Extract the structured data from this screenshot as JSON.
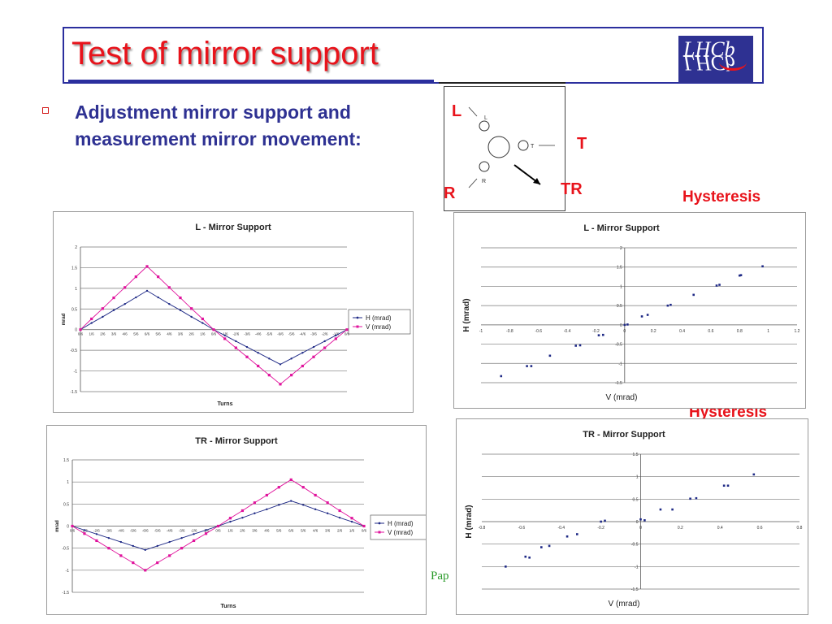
{
  "slide": {
    "title": "Test of mirror support",
    "bullet": "Adjustment mirror support and measurement mirror movement:",
    "footer": "Pap",
    "logo_text": "LHCb"
  },
  "schematic": {
    "labels": {
      "L": "L",
      "T": "T",
      "R": "R",
      "TR": "TR"
    },
    "small_labels": {
      "L": "L",
      "T": "T",
      "R": "R"
    }
  },
  "hysteresis_labels": [
    "Hysteresis",
    "Hysteresis"
  ],
  "colors": {
    "title": "#e8131b",
    "accent_blue": "#2e3192",
    "series_h": "#1f2a86",
    "series_v": "#e0139c"
  },
  "chart_data": [
    {
      "type": "line",
      "title": "L - Mirror Support",
      "xlabel": "Turns",
      "ylabel": "mrad",
      "ylim": [
        -1.5,
        2
      ],
      "yticks": [
        "2",
        "1.5",
        "1",
        "0.5",
        "0",
        "-0.5",
        "-1",
        "-1.5"
      ],
      "categories": [
        "0/6",
        "1/6",
        "2/6",
        "3/6",
        "4/6",
        "5/6",
        "6/6",
        "5/6",
        "4/6",
        "3/6",
        "2/6",
        "1/6",
        "0/6",
        "-1/6",
        "-2/6",
        "-3/6",
        "-4/6",
        "-5/6",
        "-6/6",
        "-5/6",
        "-4/6",
        "-3/6",
        "-2/6",
        "-1/6",
        "0/6"
      ],
      "series": [
        {
          "name": "H (mrad)",
          "values": [
            0,
            0.16,
            0.31,
            0.47,
            0.62,
            0.78,
            0.94,
            0.78,
            0.62,
            0.47,
            0.31,
            0.16,
            0,
            -0.14,
            -0.28,
            -0.42,
            -0.56,
            -0.7,
            -0.84,
            -0.7,
            -0.56,
            -0.42,
            -0.28,
            -0.14,
            0
          ]
        },
        {
          "name": "V (mrad)",
          "values": [
            0,
            0.26,
            0.51,
            0.77,
            1.02,
            1.28,
            1.53,
            1.28,
            1.02,
            0.77,
            0.51,
            0.26,
            0,
            -0.22,
            -0.44,
            -0.66,
            -0.88,
            -1.1,
            -1.32,
            -1.1,
            -0.88,
            -0.66,
            -0.44,
            -0.22,
            0
          ]
        }
      ],
      "legend": "right"
    },
    {
      "type": "scatter",
      "title": "L - Mirror Support",
      "xlabel": "V (mrad)",
      "ylabel": "H (mrad)",
      "xlim": [
        -1,
        1.2
      ],
      "ylim": [
        -1.5,
        2
      ],
      "xticks": [
        "-1",
        "-0.8",
        "-0.6",
        "-0.4",
        "-0.2",
        "0",
        "0.2",
        "0.4",
        "0.6",
        "0.8",
        "1",
        "1.2"
      ],
      "yticks": [
        "2",
        "1.5",
        "1",
        "0.5",
        "0",
        "-0.5",
        "-1",
        "-1.5"
      ],
      "points": [
        [
          -0.86,
          -1.33
        ],
        [
          -0.68,
          -1.07
        ],
        [
          -0.65,
          -1.07
        ],
        [
          -0.52,
          -0.8
        ],
        [
          -0.34,
          -0.54
        ],
        [
          -0.31,
          -0.53
        ],
        [
          -0.18,
          -0.27
        ],
        [
          -0.15,
          -0.26
        ],
        [
          0,
          0
        ],
        [
          0.02,
          0.01
        ],
        [
          0.12,
          0.22
        ],
        [
          0.16,
          0.26
        ],
        [
          0.3,
          0.5
        ],
        [
          0.32,
          0.52
        ],
        [
          0.48,
          0.78
        ],
        [
          0.64,
          1.02
        ],
        [
          0.66,
          1.04
        ],
        [
          0.8,
          1.28
        ],
        [
          0.81,
          1.29
        ],
        [
          0.96,
          1.52
        ]
      ]
    },
    {
      "type": "line",
      "title": "TR - Mirror Support",
      "xlabel": "Turns",
      "ylabel": "mrad",
      "ylim": [
        -1.5,
        1.5
      ],
      "yticks": [
        "1.5",
        "1",
        "0.5",
        "0",
        "-0.5",
        "-1",
        "-1.5"
      ],
      "categories": [
        "0/6",
        "-1/6",
        "-2/6",
        "-3/6",
        "-4/6",
        "-5/6",
        "-6/6",
        "-5/6",
        "-4/6",
        "-3/6",
        "-2/6",
        "-1/6",
        "0/6",
        "1/6",
        "2/6",
        "3/6",
        "4/6",
        "5/6",
        "6/6",
        "5/6",
        "4/6",
        "3/6",
        "2/6",
        "1/6",
        "0/6"
      ],
      "series": [
        {
          "name": "H (mrad)",
          "values": [
            0,
            -0.09,
            -0.18,
            -0.27,
            -0.36,
            -0.45,
            -0.54,
            -0.45,
            -0.36,
            -0.27,
            -0.18,
            -0.09,
            0,
            0.1,
            0.19,
            0.29,
            0.38,
            0.48,
            0.57,
            0.48,
            0.38,
            0.29,
            0.19,
            0.1,
            0
          ]
        },
        {
          "name": "V (mrad)",
          "values": [
            0,
            -0.17,
            -0.33,
            -0.5,
            -0.67,
            -0.83,
            -1.0,
            -0.83,
            -0.67,
            -0.5,
            -0.33,
            -0.17,
            0,
            0.18,
            0.35,
            0.53,
            0.7,
            0.88,
            1.05,
            0.88,
            0.7,
            0.53,
            0.35,
            0.18,
            0
          ]
        }
      ],
      "legend": "right"
    },
    {
      "type": "scatter",
      "title": "TR - Mirror Support",
      "xlabel": "V (mrad)",
      "ylabel": "H (mrad)",
      "xlim": [
        -0.8,
        0.8
      ],
      "ylim": [
        -1.5,
        1.5
      ],
      "xticks": [
        "-0.8",
        "-0.6",
        "-0.4",
        "-0.2",
        "0",
        "0.2",
        "0.4",
        "0.6",
        "0.8"
      ],
      "yticks": [
        "1.5",
        "1",
        "0.5",
        "0",
        "-0.5",
        "-1",
        "-1.5"
      ],
      "points": [
        [
          -0.68,
          -1.0
        ],
        [
          -0.58,
          -0.78
        ],
        [
          -0.56,
          -0.8
        ],
        [
          -0.5,
          -0.57
        ],
        [
          -0.46,
          -0.54
        ],
        [
          -0.37,
          -0.33
        ],
        [
          -0.32,
          -0.28
        ],
        [
          -0.2,
          0
        ],
        [
          -0.18,
          0.02
        ],
        [
          0,
          0.05
        ],
        [
          0.02,
          0.03
        ],
        [
          0.1,
          0.27
        ],
        [
          0.16,
          0.27
        ],
        [
          0.25,
          0.51
        ],
        [
          0.28,
          0.52
        ],
        [
          0.42,
          0.8
        ],
        [
          0.44,
          0.8
        ],
        [
          0.57,
          1.05
        ]
      ]
    }
  ]
}
